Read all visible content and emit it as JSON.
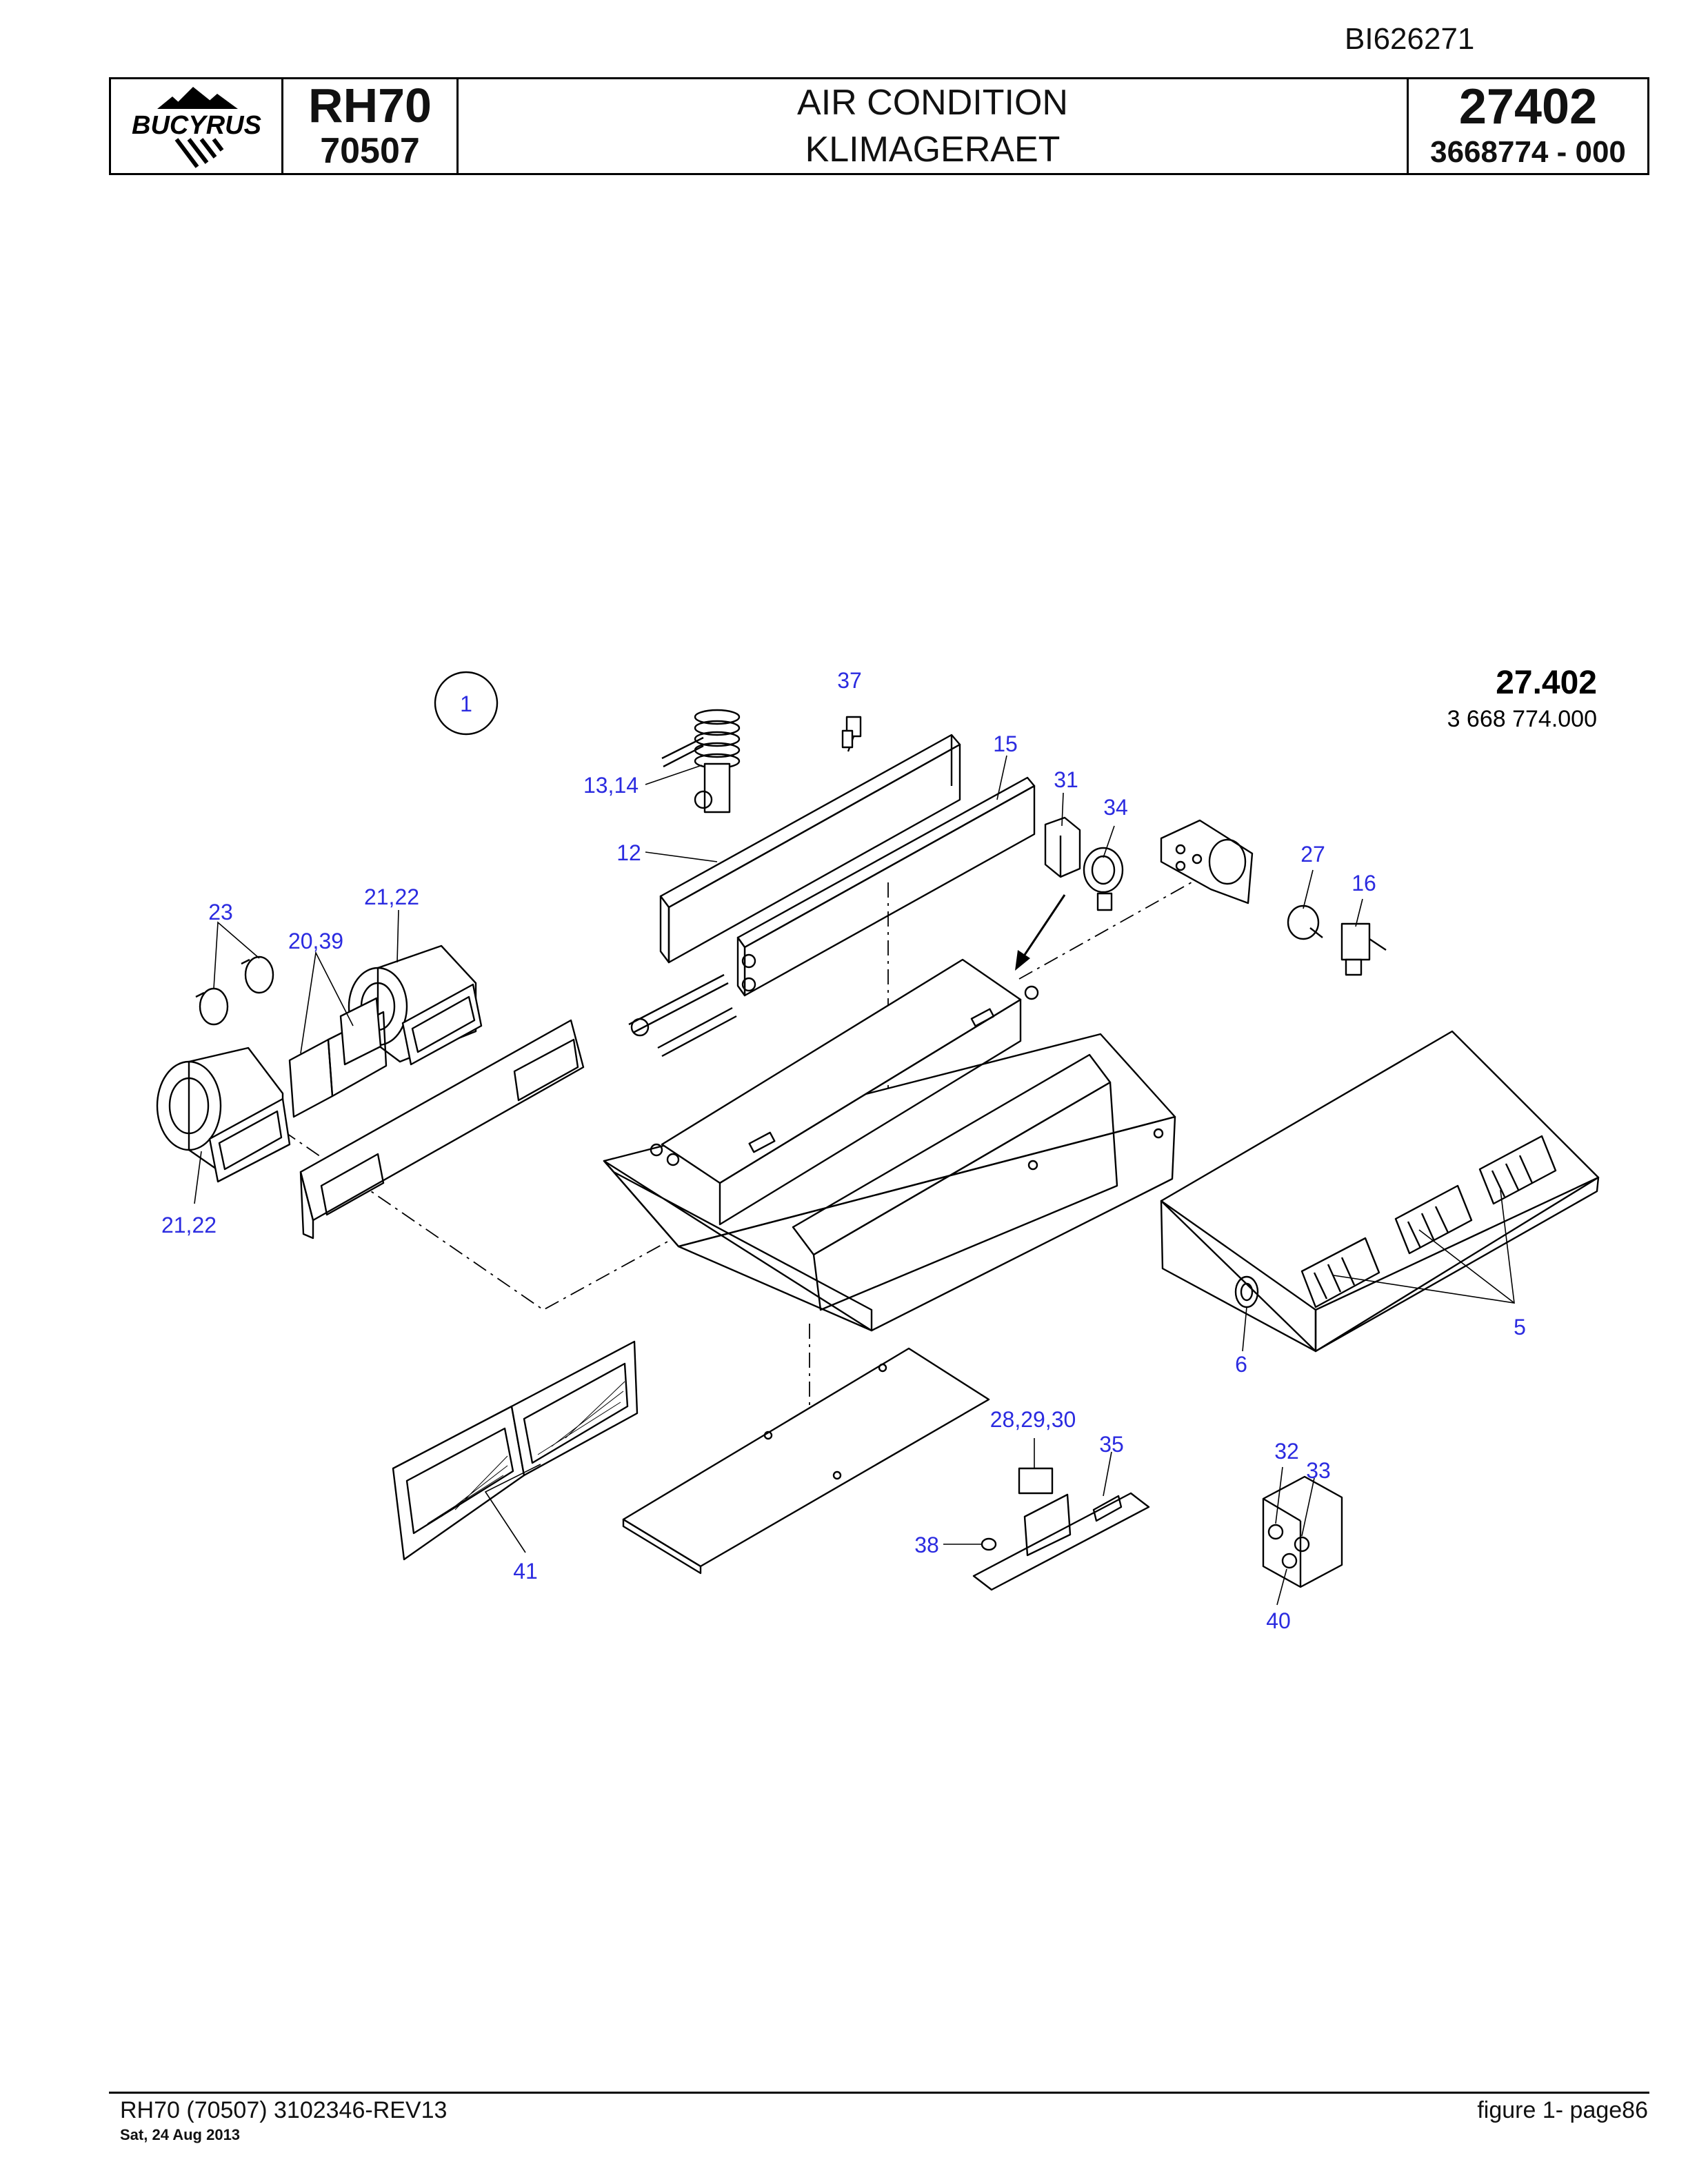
{
  "document_id": "BI626271",
  "header": {
    "brand": "BUCYRUS",
    "model": "RH70",
    "serial": "70507",
    "title_en": "AIR CONDITION",
    "title_de": "KLIMAGERAET",
    "group_number": "27402",
    "part_number": "3668774  - 000"
  },
  "figure": {
    "figure_number": "1",
    "ref_group": "27.402",
    "ref_part": "3 668 774.000",
    "callouts": [
      "37",
      "15",
      "13,14",
      "31",
      "34",
      "12",
      "27",
      "16",
      "21,22",
      "23",
      "20,39",
      "21,22",
      "5",
      "6",
      "28,29,30",
      "35",
      "32",
      "33",
      "38",
      "41",
      "40"
    ]
  },
  "footer": {
    "left": "RH70 (70507) 3102346-REV13",
    "date": "Sat, 24 Aug 2013",
    "right": "figure  1- page86"
  }
}
